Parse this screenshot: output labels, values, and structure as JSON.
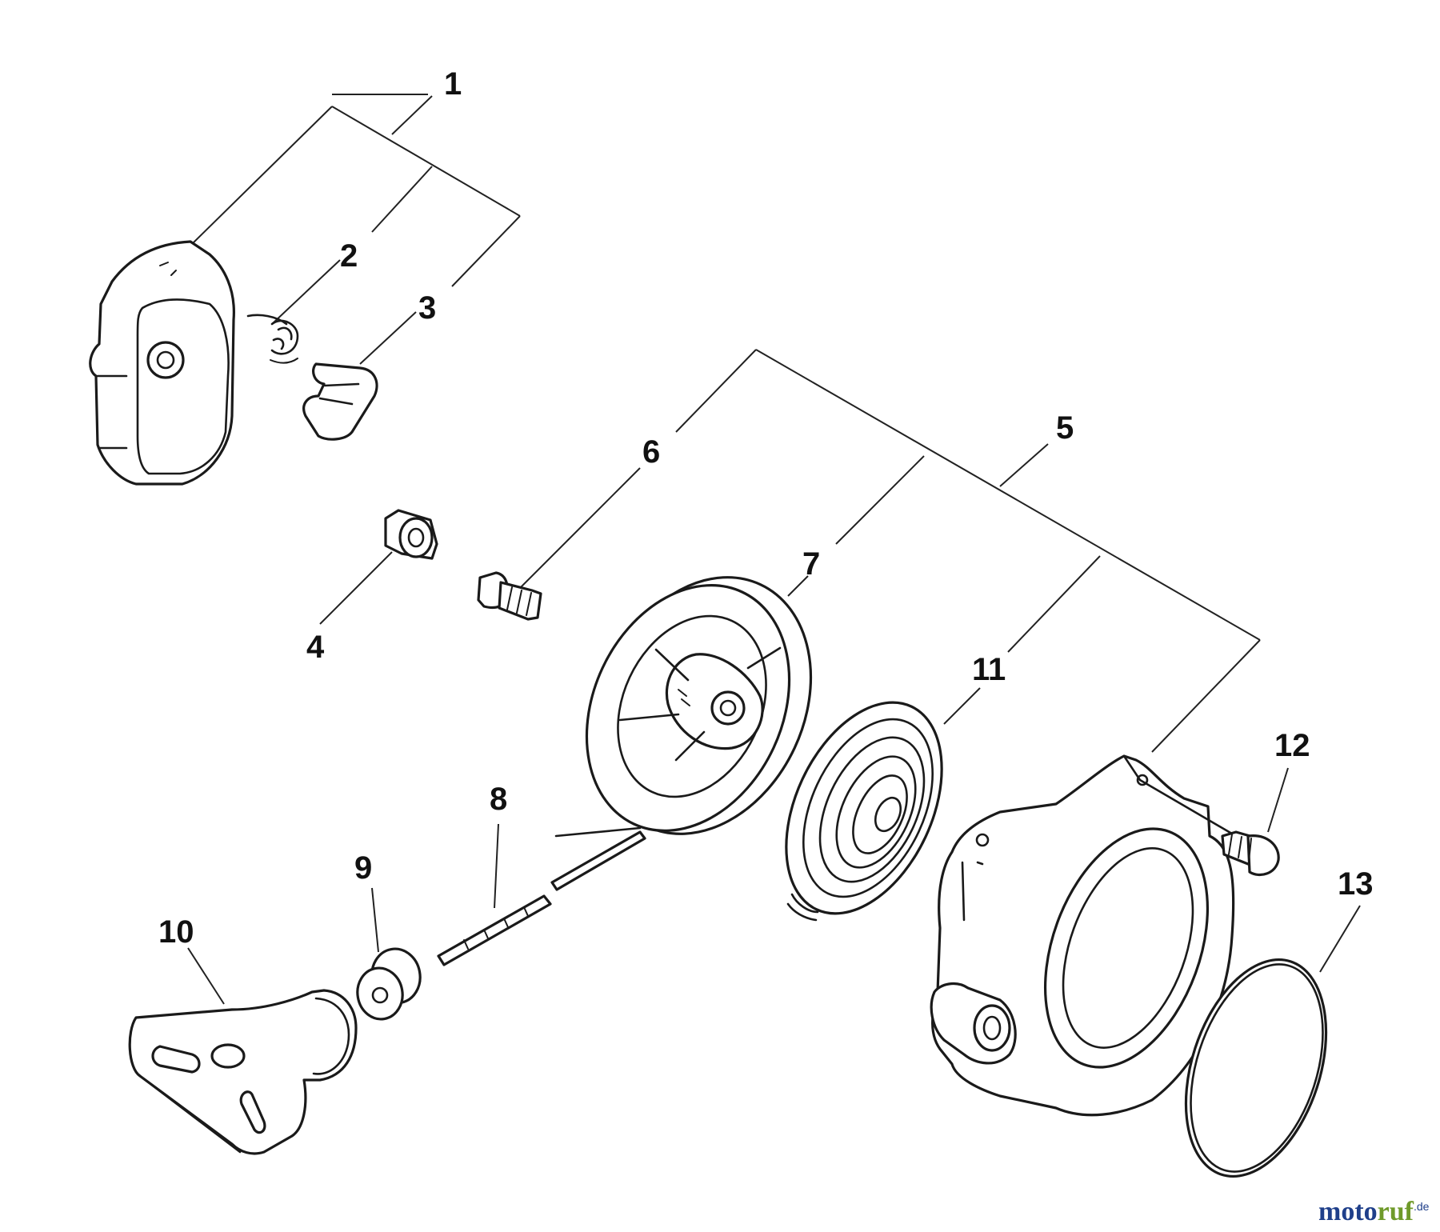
{
  "callouts": {
    "c1": "1",
    "c2": "2",
    "c3": "3",
    "c4": "4",
    "c5": "5",
    "c6": "6",
    "c7": "7",
    "c8": "8",
    "c9": "9",
    "c10": "10",
    "c11": "11",
    "c12": "12",
    "c13": "13"
  },
  "watermark": {
    "part1": "moto",
    "part2": "ruf",
    "suffix": ".de"
  },
  "colors": {
    "line": "#1a1a1a",
    "watermark_blue": "#1f3f8a",
    "watermark_green": "#6f9a2a"
  }
}
